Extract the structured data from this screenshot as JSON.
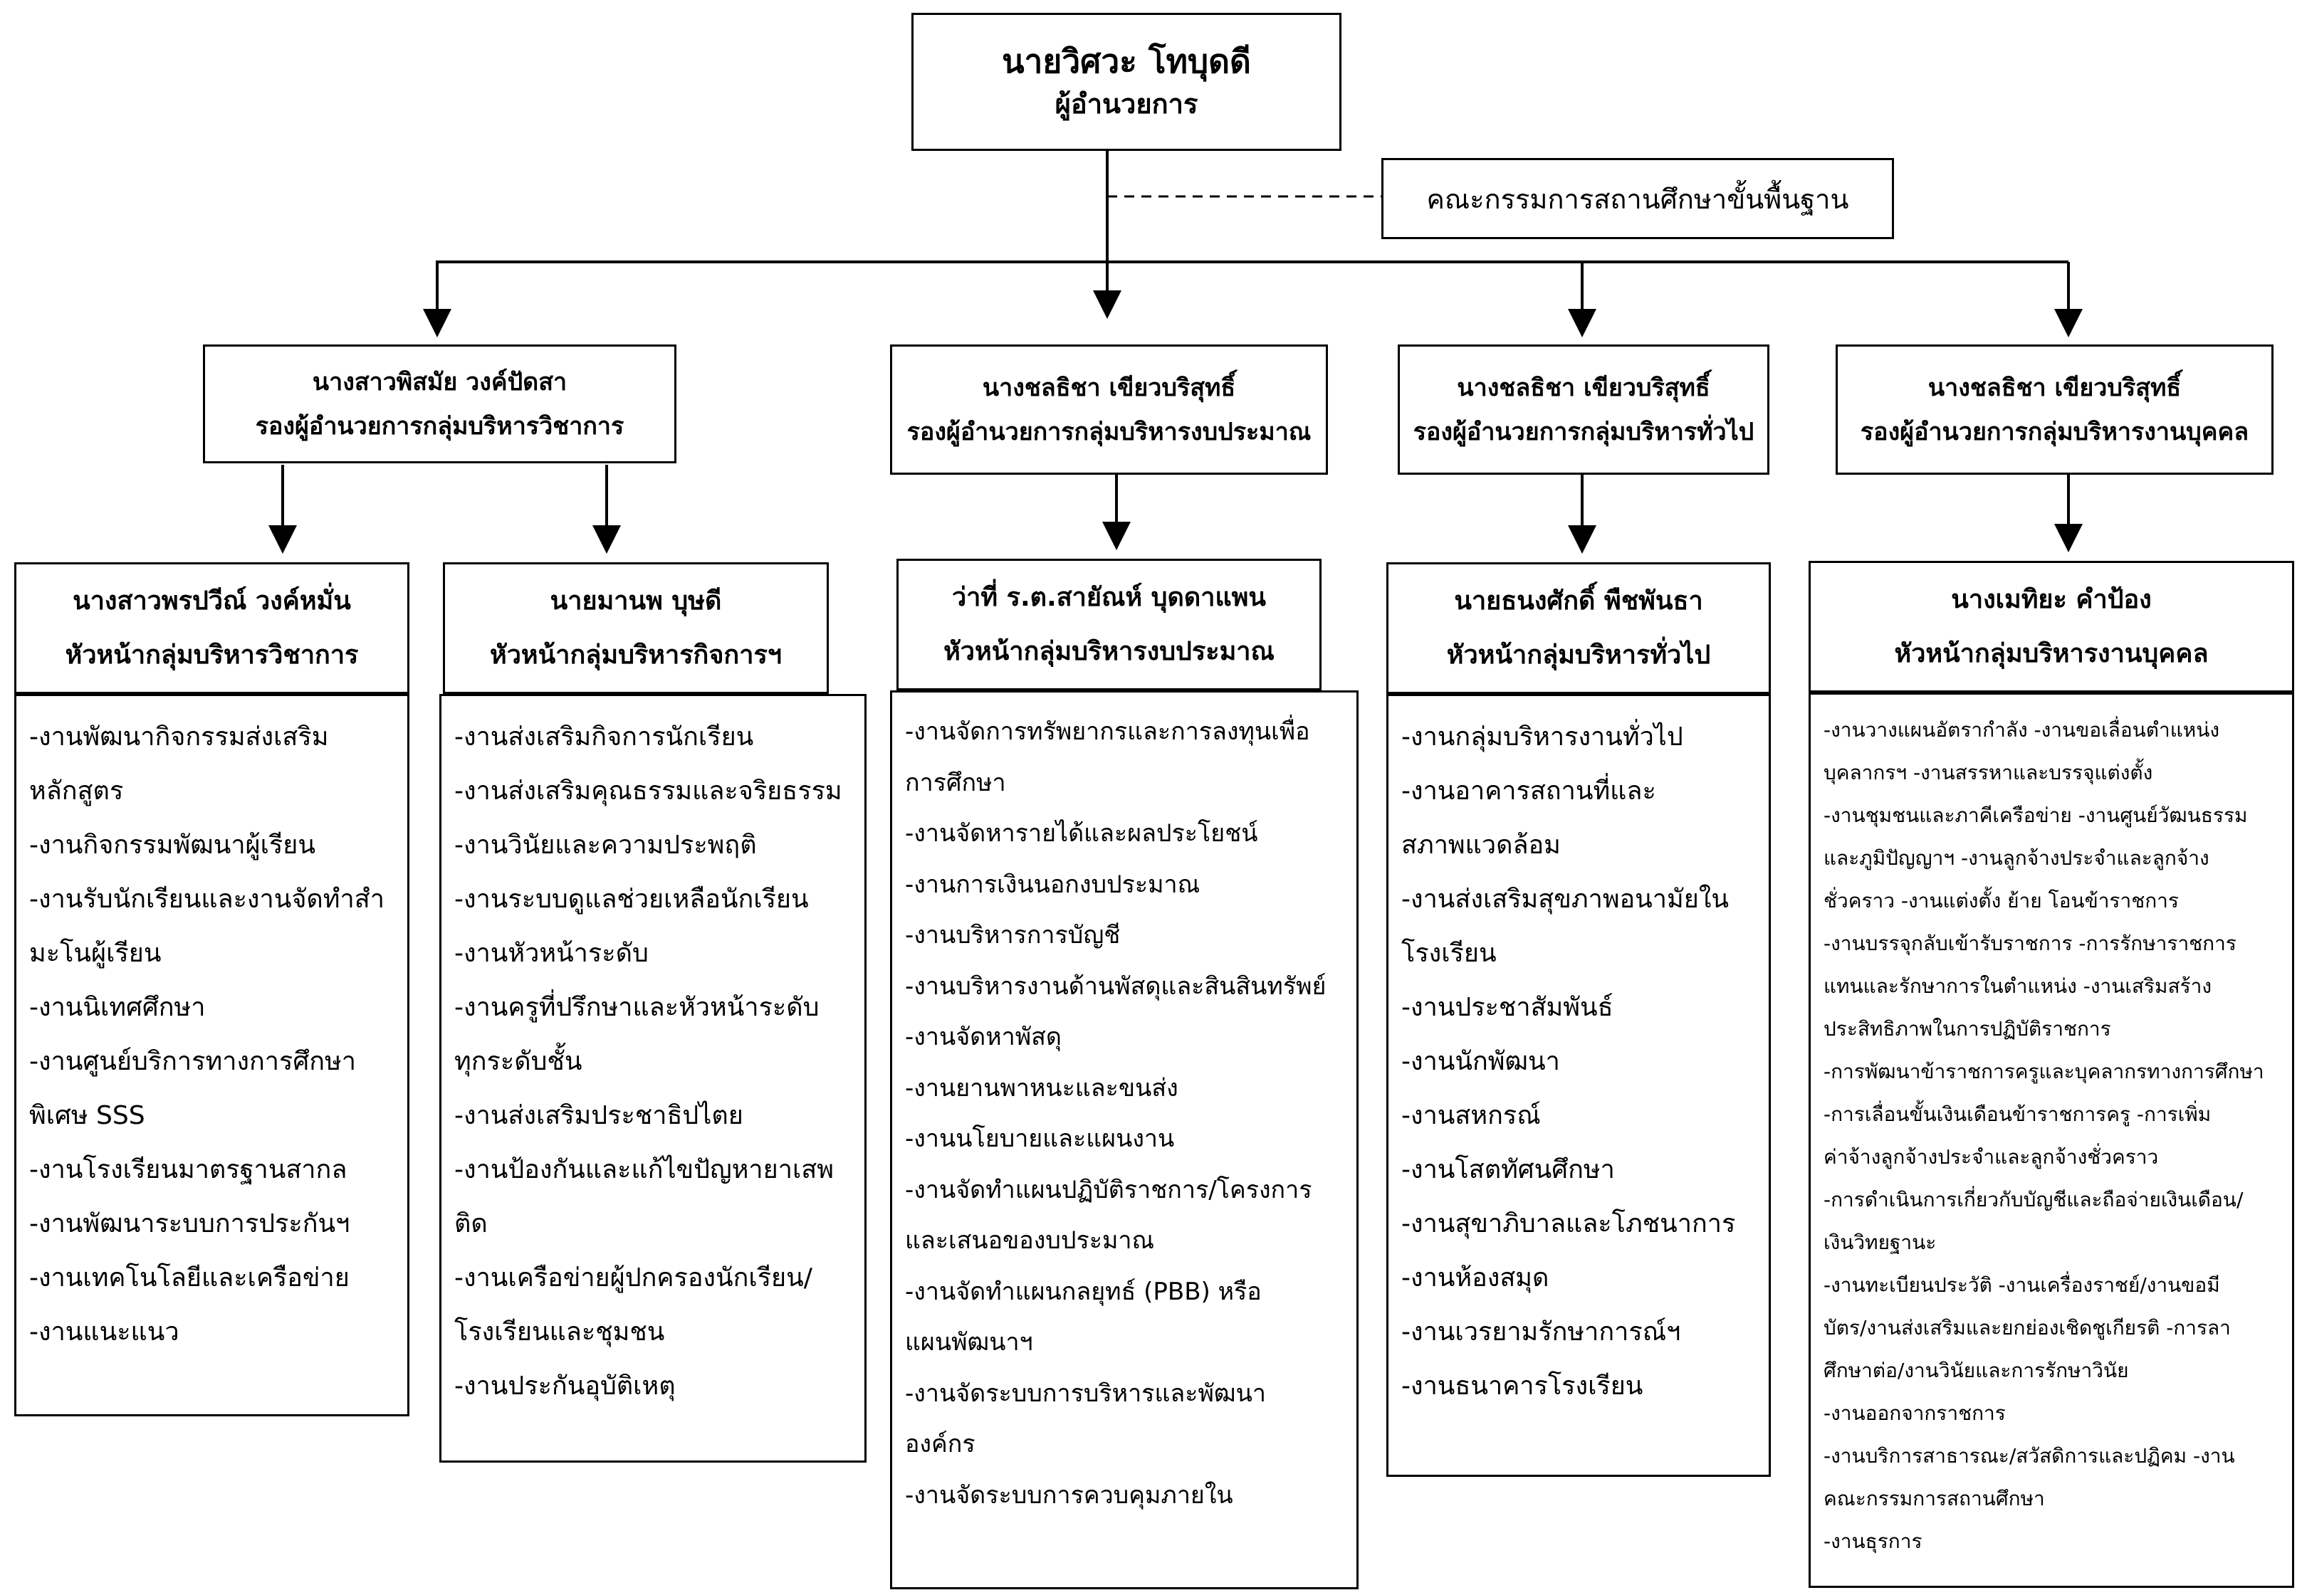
{
  "director": {
    "name": "นายวิศวะ  โทบุดดี",
    "title": "ผู้อำนวยการ"
  },
  "board": {
    "label": "คณะกรรมการสถานศึกษาขั้นพื้นฐาน"
  },
  "deputies": [
    {
      "name": "นางสาวพิสมัย วงค์ปัดสา",
      "title": "รองผู้อำนวยการกลุ่มบริหารวิชาการ"
    },
    {
      "name": "นางชลธิชา  เขียวบริสุทธิ์",
      "title": "รองผู้อำนวยการกลุ่มบริหารงบประมาณ"
    },
    {
      "name": "นางชลธิชา  เขียวบริสุทธิ์",
      "title": "รองผู้อำนวยการกลุ่มบริหารทั่วไป"
    },
    {
      "name": "นางชลธิชา  เขียวบริสุทธิ์",
      "title": "รองผู้อำนวยการกลุ่มบริหารงานบุคคล"
    }
  ],
  "heads": [
    {
      "name": "นางสาวพรปวีณ์  วงค์หมั่น",
      "title": "หัวหน้ากลุ่มบริหารวิชาการ"
    },
    {
      "name": "นายมานพ  บุษดี",
      "title": "หัวหน้ากลุ่มบริหารกิจการฯ"
    },
    {
      "name": "ว่าที่ ร.ต.สายัณห์  บุดดาแพน",
      "title": "หัวหน้ากลุ่มบริหารงบประมาณ"
    },
    {
      "name": "นายธนงศักดิ์  พืชพันธา",
      "title": "หัวหน้ากลุ่มบริหารทั่วไป"
    },
    {
      "name": "นางเมทิยะ  คำป้อง",
      "title": "หัวหน้ากลุ่มบริหารงานบุคคล"
    }
  ],
  "task_lists": [
    [
      "-งานพัฒนากิจกรรมส่งเสริม",
      "หลักสูตร",
      "-งานกิจกรรมพัฒนาผู้เรียน",
      "-งานรับนักเรียนและงานจัดทำสำ",
      "มะโนผู้เรียน",
      "-งานนิเทศศึกษา",
      "-งานศูนย์บริการทางการศึกษา",
      "พิเศษ SSS",
      "-งานโรงเรียนมาตรฐานสากล",
      "-งานพัฒนาระบบการประกันฯ",
      "-งานเทคโนโลยีและเครือข่าย",
      "-งานแนะแนว"
    ],
    [
      "-งานส่งเสริมกิจการนักเรียน",
      "-งานส่งเสริมคุณธรรมและจริยธรรม",
      "-งานวินัยและความประพฤติ",
      "-งานระบบดูแลช่วยเหลือนักเรียน",
      "-งานหัวหน้าระดับ",
      "-งานครูที่ปรึกษาและหัวหน้าระดับ",
      "ทุกระดับชั้น",
      "-งานส่งเสริมประชาธิปไตย",
      "-งานป้องกันและแก้ไขปัญหายาเสพ",
      "ติด",
      "-งานเครือข่ายผู้ปกครองนักเรียน/",
      "โรงเรียนและชุมชน",
      "-งานประกันอุบัติเหตุ"
    ],
    [
      "-งานจัดการทรัพยากรและการลงทุนเพื่อ",
      "การศึกษา",
      "-งานจัดหารายได้และผลประโยชน์",
      "-งานการเงินนอกงบประมาณ",
      "-งานบริหารการบัญชี",
      "-งานบริหารงานด้านพัสดุและสินสินทรัพย์",
      "-งานจัดหาพัสดุ",
      "-งานยานพาหนะและขนส่ง",
      "-งานนโยบายและแผนงาน",
      "-งานจัดทำแผนปฏิบัติราชการ/โครงการ",
      "และเสนอของบประมาณ",
      "-งานจัดทำแผนกลยุทธ์ (PBB) หรือ",
      "แผนพัฒนาฯ",
      "-งานจัดระบบการบริหารและพัฒนา",
      "องค์กร",
      "-งานจัดระบบการควบคุมภายใน"
    ],
    [
      "-งานกลุ่มบริหารงานทั่วไป",
      "-งานอาคารสถานที่และ",
      "สภาพแวดล้อม",
      "-งานส่งเสริมสุขภาพอนามัยใน",
      "โรงเรียน",
      "-งานประชาสัมพันธ์",
      "-งานนักพัฒนา",
      "-งานสหกรณ์",
      "-งานโสตทัศนศึกษา",
      "-งานสุขาภิบาลและโภชนาการ",
      "-งานห้องสมุด",
      "-งานเวรยามรักษาการณ์ฯ",
      "-งานธนาคารโรงเรียน"
    ],
    [
      "-งานวางแผนอัตรากำลัง  -งานขอเลื่อนตำแหน่ง",
      "บุคลากรฯ  -งานสรรหาและบรรจุแต่งตั้ง",
      "-งานชุมชนและภาคีเครือข่าย  -งานศูนย์วัฒนธรรม",
      "และภูมิปัญญาฯ  -งานลูกจ้างประจำและลูกจ้าง",
      "ชั่วคราว  -งานแต่งตั้ง ย้าย โอนข้าราชการ",
      "-งานบรรจุกลับเข้ารับราชการ  -การรักษาราชการ",
      "แทนและรักษาการในตำแหน่ง  -งานเสริมสร้าง",
      "ประสิทธิภาพในการปฏิบัติราชการ",
      "-การพัฒนาข้าราชการครูและบุคลากรทางการศึกษา",
      "-การเลื่อนขั้นเงินเดือนข้าราชการครู  -การเพิ่ม",
      "ค่าจ้างลูกจ้างประจำและลูกจ้างชั่วคราว",
      "-การดำเนินการเกี่ยวกับบัญชีและถือจ่ายเงินเดือน/",
      "เงินวิทยฐานะ",
      "-งานทะเบียนประวัติ    -งานเครื่องราชย์/งานขอมี",
      "บัตร/งานส่งเสริมและยกย่องเชิดชูเกียรติ   -การลา",
      "ศึกษาต่อ/งานวินัยและการรักษาวินัย",
      "-งานออกจากราชการ",
      "-งานบริการสาธารณะ/สวัสดิการและปฏิคม -งาน",
      "คณะกรรมการสถานศึกษา",
      "-งานธุรการ"
    ]
  ]
}
